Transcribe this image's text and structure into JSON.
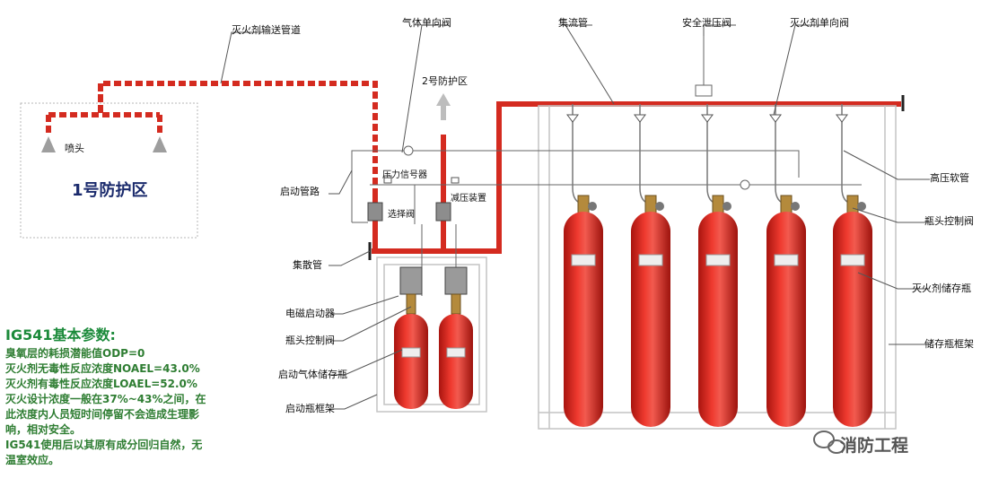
{
  "labels": {
    "agent_pipe": "灭火剂输送管道",
    "gas_check_valve": "气体单向阀",
    "manifold": "集流管",
    "safety_relief_valve": "安全泄压阀",
    "agent_check_valve": "灭火剂单向阀",
    "high_pressure_hose": "高压软管",
    "cylinder_head_valve_right": "瓶头控制阀",
    "agent_cylinder": "灭火剂储存瓶",
    "storage_rack": "储存瓶框架",
    "nozzle": "喷头",
    "zone1": "1号防护区",
    "zone2": "2号防护区",
    "start_pipe": "启动管路",
    "pressure_switch": "压力信号器",
    "reducer": "减压装置",
    "selector_valve": "选择阀",
    "collector": "集散管",
    "solenoid": "电磁启动器",
    "cylinder_head_valve_left": "瓶头控制阀",
    "start_gas_cylinder": "启动气体储存瓶",
    "start_rack": "启动瓶框架"
  },
  "params": {
    "title": "IG541基本参数:",
    "lines": [
      "臭氧层的耗损潜能值ODP=0",
      "灭火剂无毒性反应浓度NOAEL=43.0%",
      "灭火剂有毒性反应浓度LOAEL=52.0%",
      "灭火设计浓度一般在37%~43%之间，在",
      "此浓度内人员短时间停留不会造成生理影",
      "响，相对安全。",
      "IG541使用后以其原有成分回归自然，无",
      "温室效应。"
    ]
  },
  "watermark": "消防工程",
  "colors": {
    "pipe_red": "#d42b20",
    "cylinder_red": "#e0231b",
    "params_green": "#2e7d32",
    "frame_gray": "#bdbdbd"
  }
}
